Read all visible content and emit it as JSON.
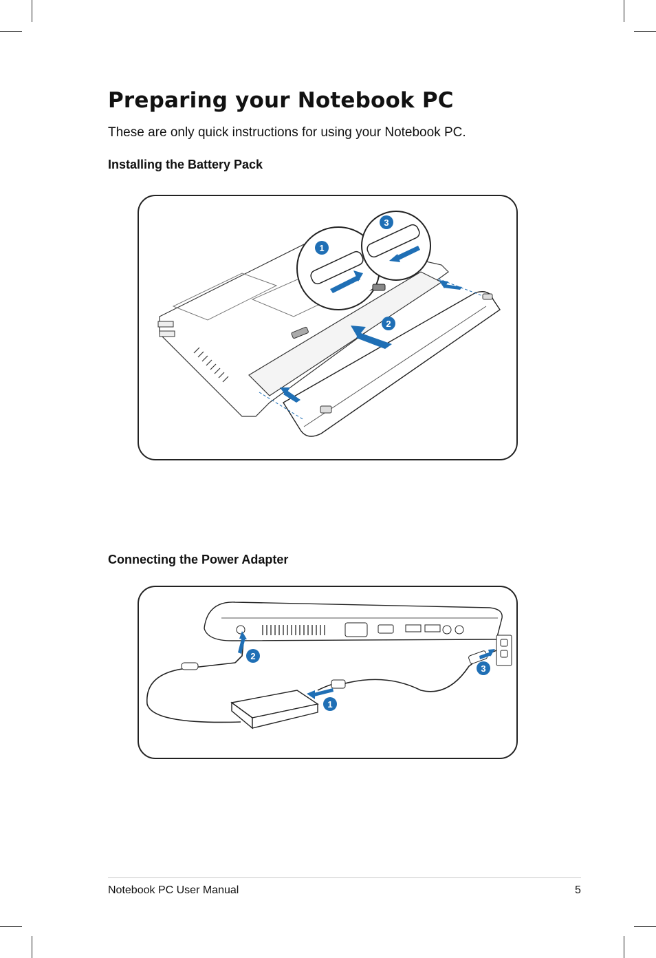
{
  "page": {
    "title": "Preparing your Notebook PC",
    "intro": "These are only quick instructions for using your Notebook PC."
  },
  "sections": {
    "battery": {
      "heading": "Installing the Battery Pack",
      "steps": [
        "1",
        "2",
        "3"
      ]
    },
    "adapter": {
      "heading": "Connecting the Power Adapter",
      "steps": [
        "1",
        "2",
        "3"
      ]
    }
  },
  "footer": {
    "manual_title": "Notebook PC User Manual",
    "page_number": "5"
  },
  "colors": {
    "accent": "#1f6fb5",
    "ink": "#111111",
    "rule": "#c8c8c8"
  },
  "icons": [
    "laptop-bottom-illustration",
    "battery-lock-icon",
    "power-adapter-illustration",
    "wall-outlet-icon"
  ]
}
